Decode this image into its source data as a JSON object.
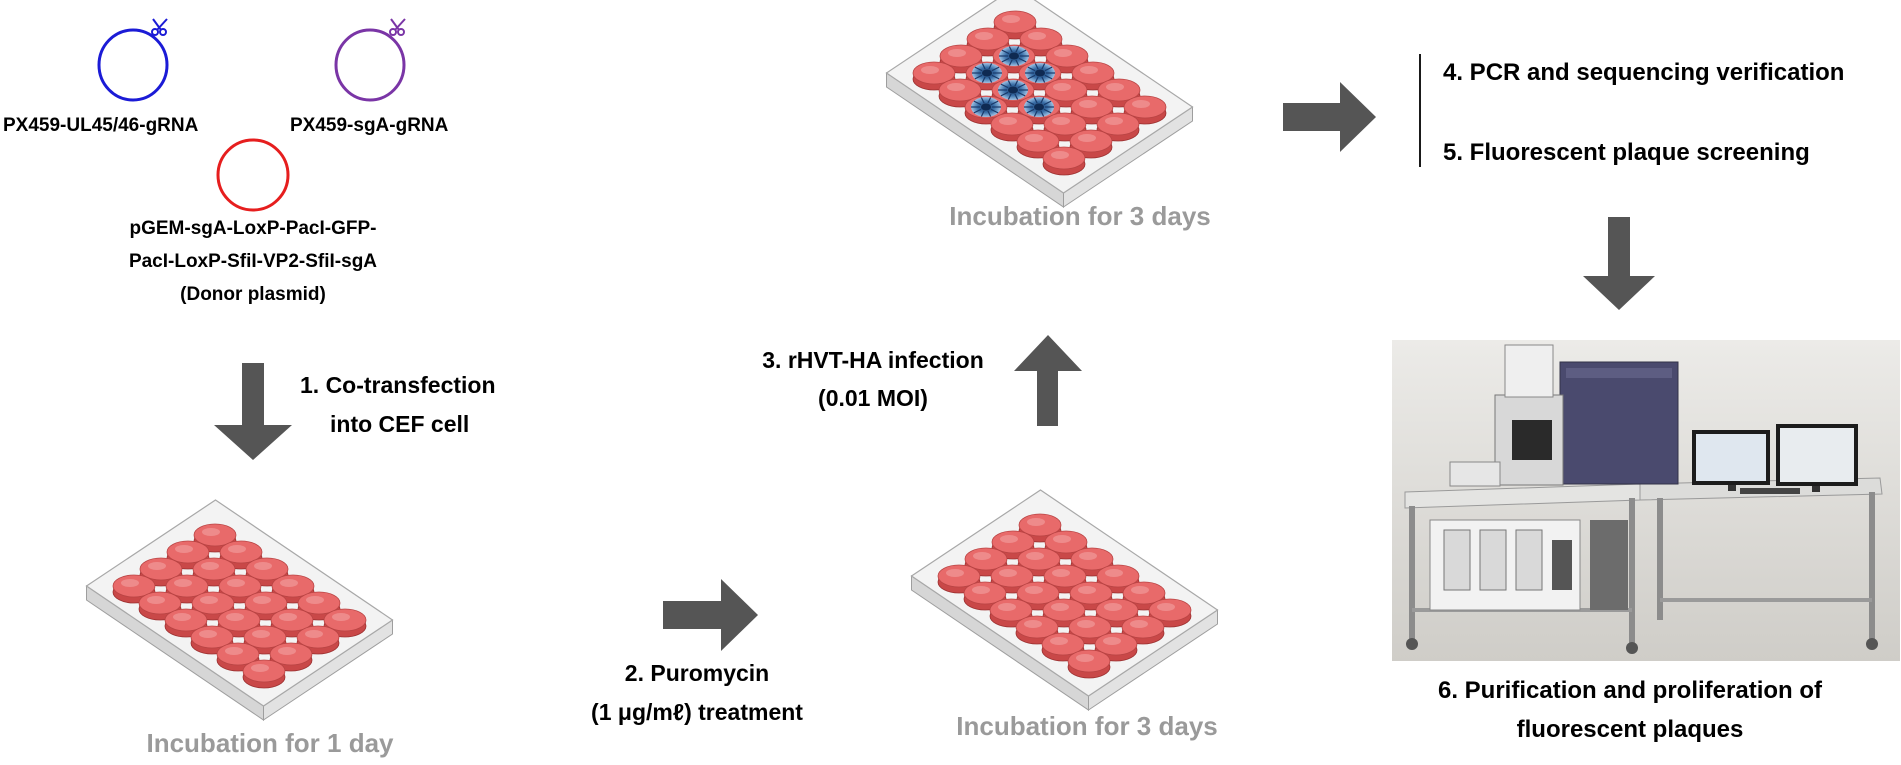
{
  "plasmids": {
    "p1_label": "PX459-UL45/46-gRNA",
    "p2_label": "PX459-sgA-gRNA",
    "donor_line1": "pGEM-sgA-LoxP-PacI-GFP-",
    "donor_line2": "PacI-LoxP-SfiI-VP2-SfiI-sgA",
    "donor_line3": "(Donor plasmid)"
  },
  "steps": {
    "s1_line1": "1. Co-transfection",
    "s1_line2": "into CEF cell",
    "s2_line1": "2. Puromycin",
    "s2_line2": "(1 μg/mℓ) treatment",
    "s3_line1": "3. rHVT-HA infection",
    "s3_line2": "(0.01 MOI)",
    "s4": "4. PCR and sequencing verification",
    "s5": "5. Fluorescent plaque screening",
    "s6_line1": "6. Purification and proliferation of",
    "s6_line2": "fluorescent plaques"
  },
  "incubation": {
    "day1": "Incubation for 1 day",
    "day3_bottom": "Incubation for 3 days",
    "day3_top": "Incubation for 3 days"
  },
  "colors": {
    "p1": "#1b1bd6",
    "p2": "#7a35a6",
    "donor": "#e61e1e",
    "text": "#1a1a1a",
    "incubation": "#9a9a9a",
    "arrow": "#555555",
    "well": "#e86a6a"
  },
  "icons": {
    "scissors": "scissors-icon",
    "arrow": "block-arrow-icon",
    "plate": "24-well-plate-icon",
    "instrument": "cell-sorter-instrument-icon"
  }
}
